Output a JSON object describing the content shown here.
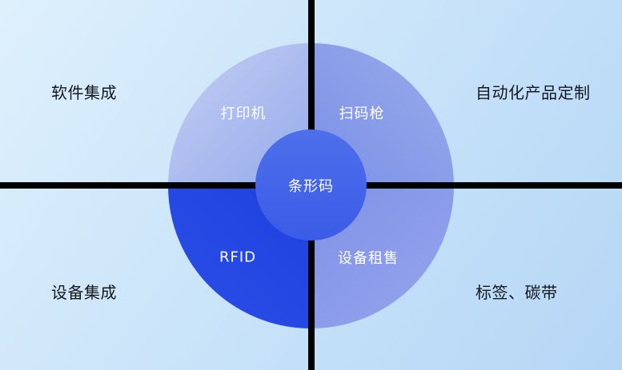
{
  "diagram": {
    "center": {
      "label": "条形码"
    },
    "quadrants": [
      {
        "label": "打印机",
        "position": "top-left"
      },
      {
        "label": "扫码枪",
        "position": "top-right"
      },
      {
        "label": "RFID",
        "position": "bottom-left"
      },
      {
        "label": "设备租售",
        "position": "bottom-right"
      }
    ],
    "corner_labels": [
      {
        "label": "软件集成",
        "position": "top-left"
      },
      {
        "label": "自动化产品定制",
        "position": "top-right"
      },
      {
        "label": "设备集成",
        "position": "bottom-left"
      },
      {
        "label": "标签、碳带",
        "position": "bottom-right"
      }
    ],
    "colors": {
      "bg_from": "#def0fc",
      "bg_mid": "#c9e3f9",
      "bg_to": "#b4d6f5",
      "quad_tl_from": "#c3cef3",
      "quad_tl_to": "#97abeb",
      "quad_tr_from": "#99abec",
      "quad_tr_to": "#7b90e6",
      "quad_bl_from": "#2c4fe7",
      "quad_bl_to": "#1e40df",
      "quad_br_from": "#96a5ec",
      "quad_br_to": "#8092e7",
      "center_from": "#4e6feb",
      "center_to": "#3a5ce7",
      "line": "#000000",
      "circle_text": "#ffffff",
      "corner_text": "#15191f"
    }
  }
}
